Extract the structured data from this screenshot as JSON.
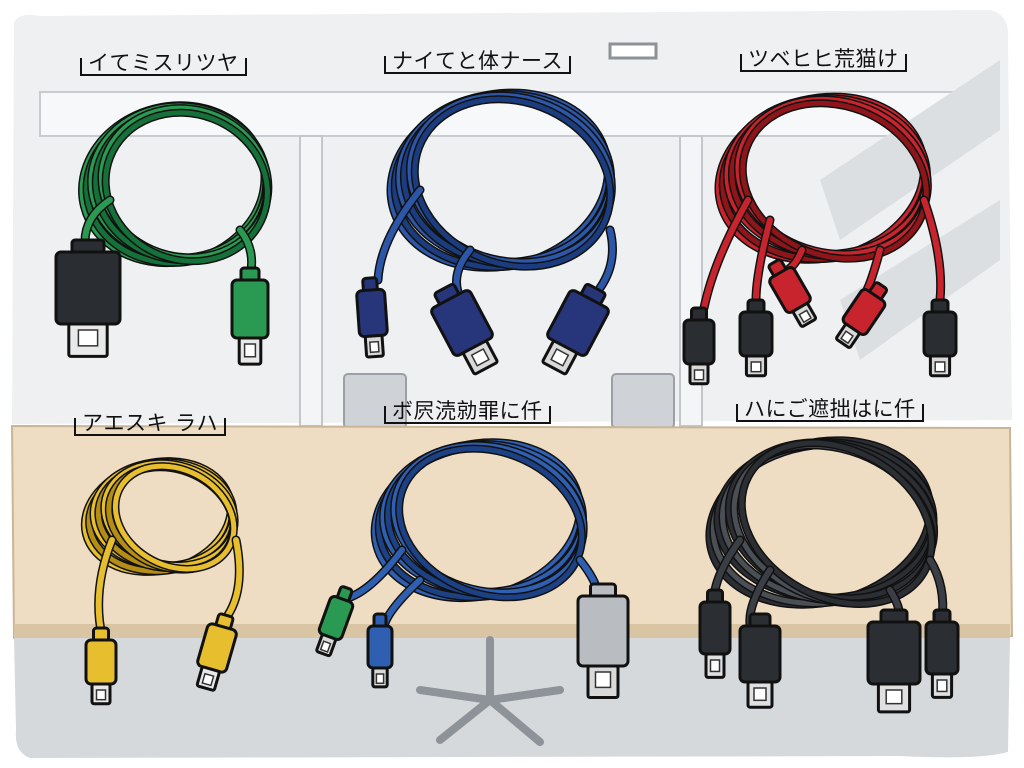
{
  "scene": {
    "colors": {
      "background": "#eef0f2",
      "table": "#eedcc3",
      "floor": "#d6d9dc",
      "outline": "#1a1a1a"
    }
  },
  "cables": [
    {
      "label": "イてミスリツヤ",
      "color": "#2a9a52",
      "color_dark": "#16703a",
      "connectors": [
        "black-plug-icon",
        "green-plug-icon"
      ]
    },
    {
      "label": "ナイてと体ナース",
      "color": "#2c57a8",
      "color_dark": "#1b3d80",
      "connectors": [
        "navy-plug-icon",
        "navy-plug-icon",
        "navy-plug-icon"
      ]
    },
    {
      "label": "ツベヒヒ荒猫け",
      "color": "#c8242e",
      "color_dark": "#8e1519",
      "connectors": [
        "black-plug-icon",
        "black-plug-icon",
        "red-plug-icon",
        "red-plug-icon",
        "black-plug-icon"
      ]
    },
    {
      "label": "アエスキ ラハ",
      "color": "#e6be2e",
      "color_dark": "#b48e14",
      "connectors": [
        "yellow-plug-icon",
        "yellow-plug-icon"
      ]
    },
    {
      "label": "ボ屄涜勍罪に仟",
      "color": "#2f5fb0",
      "color_dark": "#1c4185",
      "connectors": [
        "green-plug-icon",
        "blue-plug-icon",
        "gray-plug-icon"
      ]
    },
    {
      "label": "ハにご遮拙はに仟",
      "color": "#2b2e33",
      "color_dark": "#111316",
      "connectors": [
        "black-plug-icon",
        "black-plug-icon",
        "black-plug-icon",
        "black-plug-icon"
      ]
    }
  ]
}
